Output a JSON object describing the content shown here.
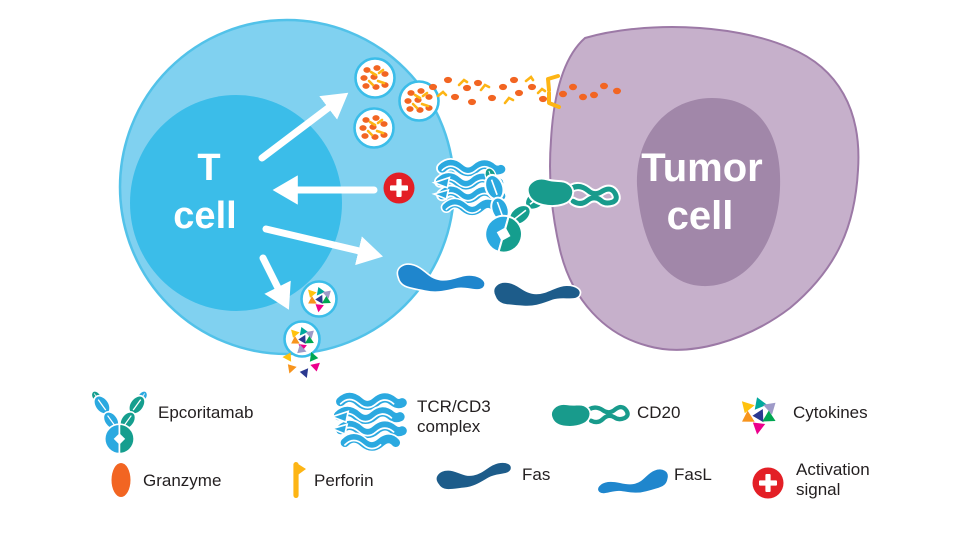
{
  "diagram": {
    "t_cell": {
      "line1": "T",
      "line2": "cell"
    },
    "tumor_cell": {
      "line1": "Tumor",
      "line2": "cell"
    }
  },
  "legend": {
    "epcoritamab": {
      "label": "Epcoritamab"
    },
    "tcr_cd3": {
      "label": "TCR/CD3",
      "label2": "complex"
    },
    "cd20": {
      "label": "CD20"
    },
    "cytokines": {
      "label": "Cytokines"
    },
    "granzyme": {
      "label": "Granzyme"
    },
    "perforin": {
      "label": "Perforin"
    },
    "fas": {
      "label": "Fas"
    },
    "fasl": {
      "label": "FasL"
    },
    "activation_signal": {
      "label": "Activation",
      "label2": "signal"
    }
  },
  "colors": {
    "t_cell_outer": "#80D1F0",
    "t_cell_inner": "#3BBDE9",
    "tumor_outer": "#C6B0CB",
    "tumor_border": "#9C79A6",
    "tumor_inner": "#A187A9",
    "epcoritamab_blue": "#2BA9E0",
    "epcoritamab_teal": "#159E8E",
    "tcr_cd3": "#2BA9E0",
    "cd20": "#189B8C",
    "fas": "#1D5C8A",
    "fasl": "#1F86CD",
    "granzyme": "#F26522",
    "perforin": "#FDB515",
    "activation_signal": "#E31F26",
    "arrow": "#FFFFFF",
    "cytokine_colors": [
      "#FFC20E",
      "#F7941D",
      "#2B3990",
      "#00A651",
      "#9E9AC8",
      "#EC008C",
      "#00A99D"
    ]
  }
}
